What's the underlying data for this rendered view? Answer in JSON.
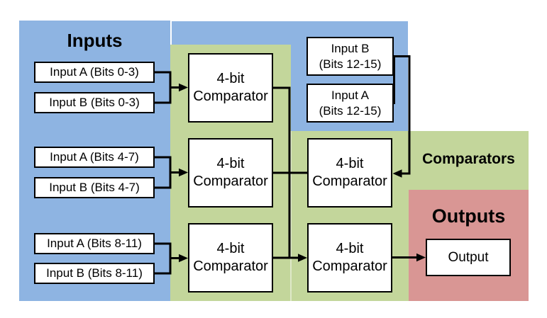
{
  "headings": {
    "inputs": "Inputs",
    "comparators": "Comparators",
    "outputs": "Outputs"
  },
  "colors": {
    "inputs_region": "#8eb4e2",
    "comparators_region": "#c3d69b",
    "outputs_region": "#d99694",
    "box_fill": "#ffffff",
    "box_border": "#000000",
    "connector": "#000000"
  },
  "input_boxes": [
    {
      "label": "Input A (Bits 0-3)"
    },
    {
      "label": "Input B (Bits 0-3)"
    },
    {
      "label": "Input A (Bits 4-7)"
    },
    {
      "label": "Input B (Bits 4-7)"
    },
    {
      "label": "Input A (Bits 8-11)"
    },
    {
      "label": "Input B (Bits 8-11)"
    }
  ],
  "high_bit_input_boxes": [
    {
      "line1": "Input B",
      "line2": "(Bits 12-15)"
    },
    {
      "line1": "Input A",
      "line2": "(Bits 12-15)"
    }
  ],
  "comparator_boxes": [
    {
      "line1": "4-bit",
      "line2": "Comparator"
    },
    {
      "line1": "4-bit",
      "line2": "Comparator"
    },
    {
      "line1": "4-bit",
      "line2": "Comparator"
    },
    {
      "line1": "4-bit",
      "line2": "Comparator"
    },
    {
      "line1": "4-bit",
      "line2": "Comparator"
    }
  ],
  "output_boxes": [
    {
      "label": "Output"
    }
  ]
}
